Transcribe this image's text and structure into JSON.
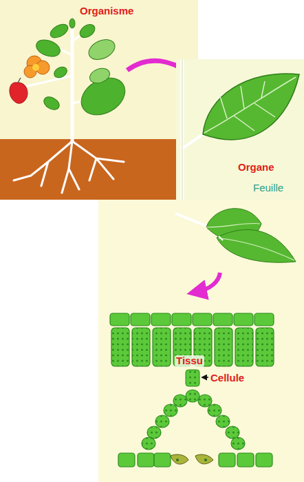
{
  "diagram": {
    "labels": [
      "Organisme",
      "Organe",
      "Feuille",
      "Tissu",
      "Cellule"
    ]
  }
}
